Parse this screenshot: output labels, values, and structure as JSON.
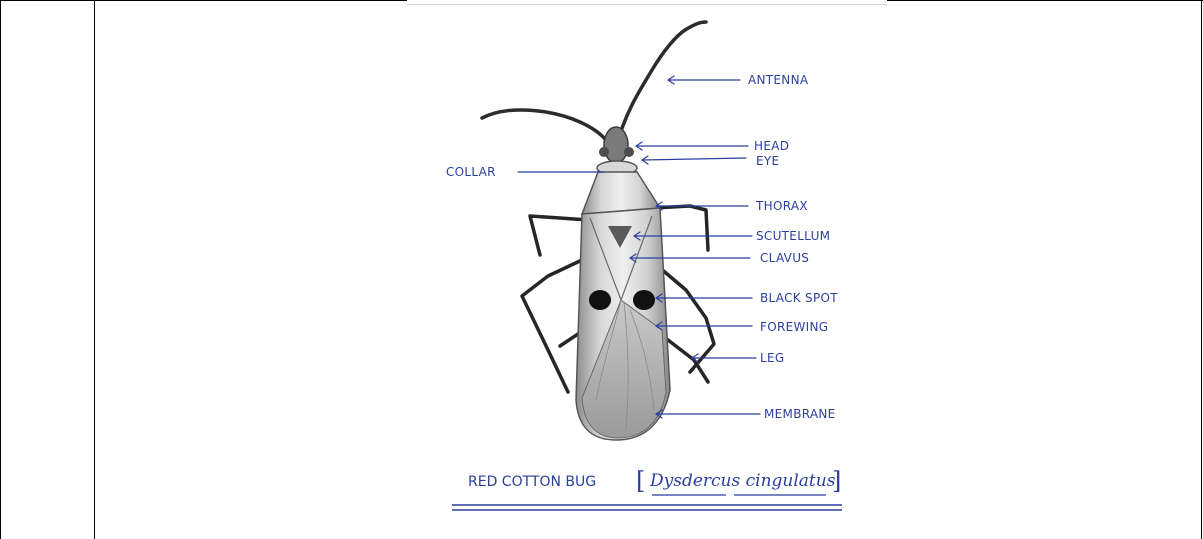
{
  "labels": {
    "antenna": "ANTENNA",
    "head": "HEAD",
    "eye": "EYE",
    "collar": "COLLAR",
    "thorax": "THORAX",
    "scutellum": "SCUTELLUM",
    "clavus": "CLAVUS",
    "black_spot": "BLACK SPOT",
    "forewing": "FOREWING",
    "leg": "LEG",
    "membrane": "MEMBRANE"
  },
  "caption": {
    "common_name": "RED COTTON BUG",
    "open_bracket": "[",
    "scientific_name": "Dysdercus cingulatus",
    "close_bracket": "]"
  },
  "colors": {
    "ink": "#2b3fa0",
    "rule": "#000000"
  }
}
